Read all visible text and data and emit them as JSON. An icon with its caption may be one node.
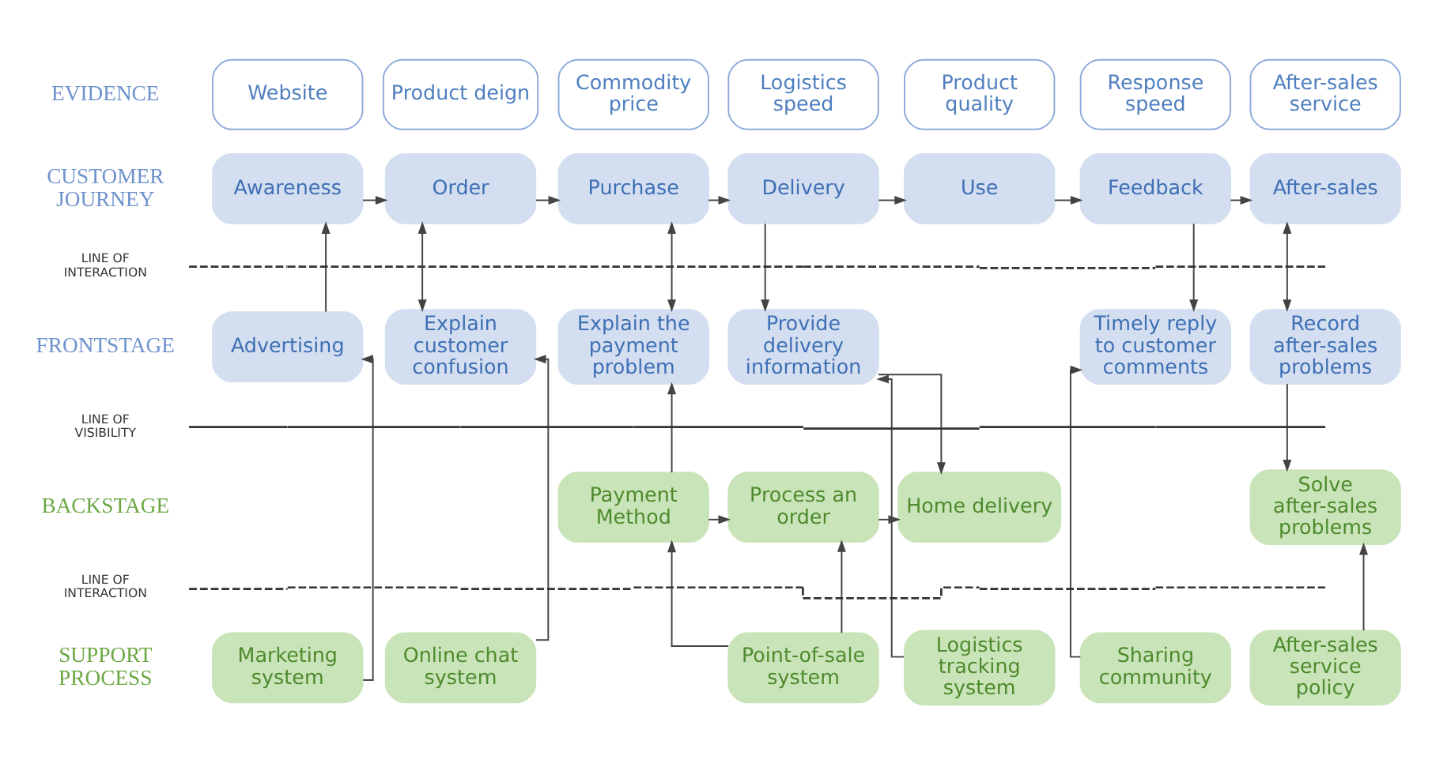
{
  "diagram": {
    "nodes": [
      {
        "text": [
          "Website"
        ]
      },
      {
        "text": [
          "Product deign"
        ]
      },
      {
        "text": [
          "Commodity price"
        ]
      },
      {
        "text": [
          "Logistics speed"
        ]
      },
      {
        "text": [
          "Product quality"
        ]
      },
      {
        "text": [
          "Response speed"
        ]
      },
      {
        "text": [
          "After-sales service"
        ]
      },
      {
        "text": [
          "Awareness"
        ]
      },
      {
        "text": [
          "Order"
        ]
      },
      {
        "text": [
          "Purchase"
        ]
      },
      {
        "text": [
          "Delivery"
        ]
      },
      {
        "text": [
          "Use"
        ]
      },
      {
        "text": [
          "Feedback"
        ]
      },
      {
        "text": [
          "After-sales"
        ]
      },
      {
        "text": [
          "Advertising"
        ]
      },
      {
        "text": [
          "Explain customer confusion"
        ]
      },
      {
        "text": [
          "Explain the payment problem"
        ]
      },
      {
        "text": [
          "Provide delivery information"
        ]
      },
      {
        "text": [
          "Timely reply to customer comments"
        ]
      },
      {
        "text": [
          "Record after-sales problems"
        ]
      },
      {
        "text": [
          "Payment Method"
        ]
      },
      {
        "text": [
          "Process an order"
        ]
      },
      {
        "text": [
          "Home delivery"
        ]
      },
      {
        "text": [
          "Solve after-sales problems"
        ]
      },
      {
        "text": [
          "Marketing system"
        ]
      },
      {
        "text": [
          "Online chat system"
        ]
      },
      {
        "text": [
          "Point-of-sale system"
        ]
      },
      {
        "text": [
          "Logistics tracking system"
        ]
      },
      {
        "text": [
          "Sharing community"
        ]
      },
      {
        "text": [
          "After-sales service policy"
        ]
      }
    ],
    "edges": [
      {
        "from": 7,
        "to": 8,
        "arrow": "to"
      },
      {
        "from": 8,
        "to": 9,
        "arrow": "to"
      },
      {
        "from": 9,
        "to": 10,
        "arrow": "to"
      },
      {
        "from": 10,
        "to": 11,
        "arrow": "to"
      },
      {
        "from": 11,
        "to": 12,
        "arrow": "to"
      },
      {
        "from": 12,
        "to": 13,
        "arrow": "to"
      },
      {
        "from": 14,
        "to": 7,
        "arrow": "to"
      },
      {
        "from": 8,
        "to": 15,
        "arrow": "both"
      },
      {
        "from": 9,
        "to": 16,
        "arrow": "both"
      },
      {
        "from": 10,
        "to": 17,
        "arrow": "to"
      },
      {
        "from": 12,
        "to": 18,
        "arrow": "to"
      },
      {
        "from": 13,
        "to": 19,
        "arrow": "both"
      },
      {
        "from": 24,
        "to": 14,
        "arrow": "to"
      },
      {
        "from": 25,
        "to": 15,
        "arrow": "to"
      },
      {
        "from": 20,
        "to": 16,
        "arrow": "to"
      },
      {
        "from": 17,
        "to": 22,
        "arrow": "to"
      },
      {
        "from": 27,
        "to": 17,
        "arrow": "to"
      },
      {
        "from": 28,
        "to": 18,
        "arrow": "to"
      },
      {
        "from": 19,
        "to": 23,
        "arrow": "to"
      },
      {
        "from": 20,
        "to": 21,
        "arrow": "to"
      },
      {
        "from": 21,
        "to": 22,
        "arrow": "to"
      },
      {
        "from": 26,
        "to": 20,
        "arrow": "to"
      },
      {
        "from": 26,
        "to": 21,
        "arrow": "to"
      },
      {
        "from": 29,
        "to": 23,
        "arrow": "to"
      }
    ],
    "labels": [
      "EVIDENCE",
      "CUSTOMER JOURNEY",
      "LINE OF INTERACTION",
      "FRONTSTAGE",
      "LINE OF VISIBILITY",
      "BACKSTAGE",
      "LINE OF INTERACTION",
      "SUPPORT PROCESS"
    ]
  }
}
